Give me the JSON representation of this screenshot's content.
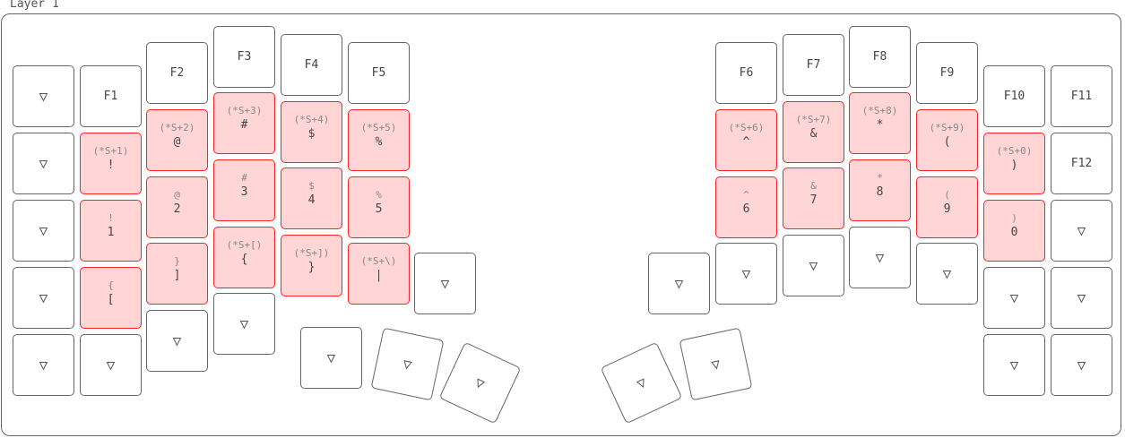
{
  "layer": {
    "title": "Layer 1"
  },
  "colors": {
    "highlight_fill": "#ffd5d5",
    "highlight_border": "#ff2222",
    "key_border": "#666666"
  },
  "left_keys": [
    {
      "tap": "▽"
    },
    {
      "tap": "▽"
    },
    {
      "tap": "▽"
    },
    {
      "tap": "▽"
    },
    {
      "tap": "▽"
    },
    {
      "tap": "F1"
    },
    {
      "tap": "!",
      "top": "(*S+1)",
      "hl": true
    },
    {
      "tap": "1",
      "top": "!",
      "hl": true
    },
    {
      "tap": "[",
      "top": "{",
      "hl": true
    },
    {
      "tap": "▽"
    },
    {
      "tap": "F2"
    },
    {
      "tap": "@",
      "top": "(*S+2)",
      "hl": true
    },
    {
      "tap": "2",
      "top": "@",
      "hl": true
    },
    {
      "tap": "]",
      "top": "}",
      "hl": true
    },
    {
      "tap": "▽"
    },
    {
      "tap": "F3"
    },
    {
      "tap": "#",
      "top": "(*S+3)",
      "hl": true
    },
    {
      "tap": "3",
      "top": "#",
      "hl": true
    },
    {
      "tap": "{",
      "top": "(*S+[)",
      "hl": true
    },
    {
      "tap": "▽"
    },
    {
      "tap": "F4"
    },
    {
      "tap": "$",
      "top": "(*S+4)",
      "hl": true
    },
    {
      "tap": "4",
      "top": "$",
      "hl": true
    },
    {
      "tap": "}",
      "top": "(*S+])",
      "hl": true
    },
    {
      "tap": "F5"
    },
    {
      "tap": "%",
      "top": "(*S+5)",
      "hl": true
    },
    {
      "tap": "5",
      "top": "%",
      "hl": true
    },
    {
      "tap": "|",
      "top": "(*S+\\)",
      "hl": true
    },
    {
      "tap": "▽"
    },
    {
      "tap": "▽"
    },
    {
      "tap": "▽"
    },
    {
      "tap": "▽"
    }
  ],
  "right_keys": [
    {
      "tap": "▽"
    },
    {
      "tap": "F6"
    },
    {
      "tap": "^",
      "top": "(*S+6)",
      "hl": true
    },
    {
      "tap": "6",
      "top": "^",
      "hl": true
    },
    {
      "tap": "▽"
    },
    {
      "tap": "F7"
    },
    {
      "tap": "&",
      "top": "(*S+7)",
      "hl": true
    },
    {
      "tap": "7",
      "top": "&",
      "hl": true
    },
    {
      "tap": "▽"
    },
    {
      "tap": "F8"
    },
    {
      "tap": "*",
      "top": "(*S+8)",
      "hl": true
    },
    {
      "tap": "8",
      "top": "*",
      "hl": true
    },
    {
      "tap": "▽"
    },
    {
      "tap": "F9"
    },
    {
      "tap": "(",
      "top": "(*S+9)",
      "hl": true
    },
    {
      "tap": "9",
      "top": "(",
      "hl": true
    },
    {
      "tap": "▽"
    },
    {
      "tap": "F10"
    },
    {
      "tap": ")",
      "top": "(*S+0)",
      "hl": true
    },
    {
      "tap": "0",
      "top": ")",
      "hl": true
    },
    {
      "tap": "▽"
    },
    {
      "tap": "▽"
    },
    {
      "tap": "F11"
    },
    {
      "tap": "F12"
    },
    {
      "tap": "▽"
    },
    {
      "tap": "▽"
    },
    {
      "tap": "▽"
    },
    {
      "tap": "▽"
    },
    {
      "tap": "▽"
    }
  ]
}
